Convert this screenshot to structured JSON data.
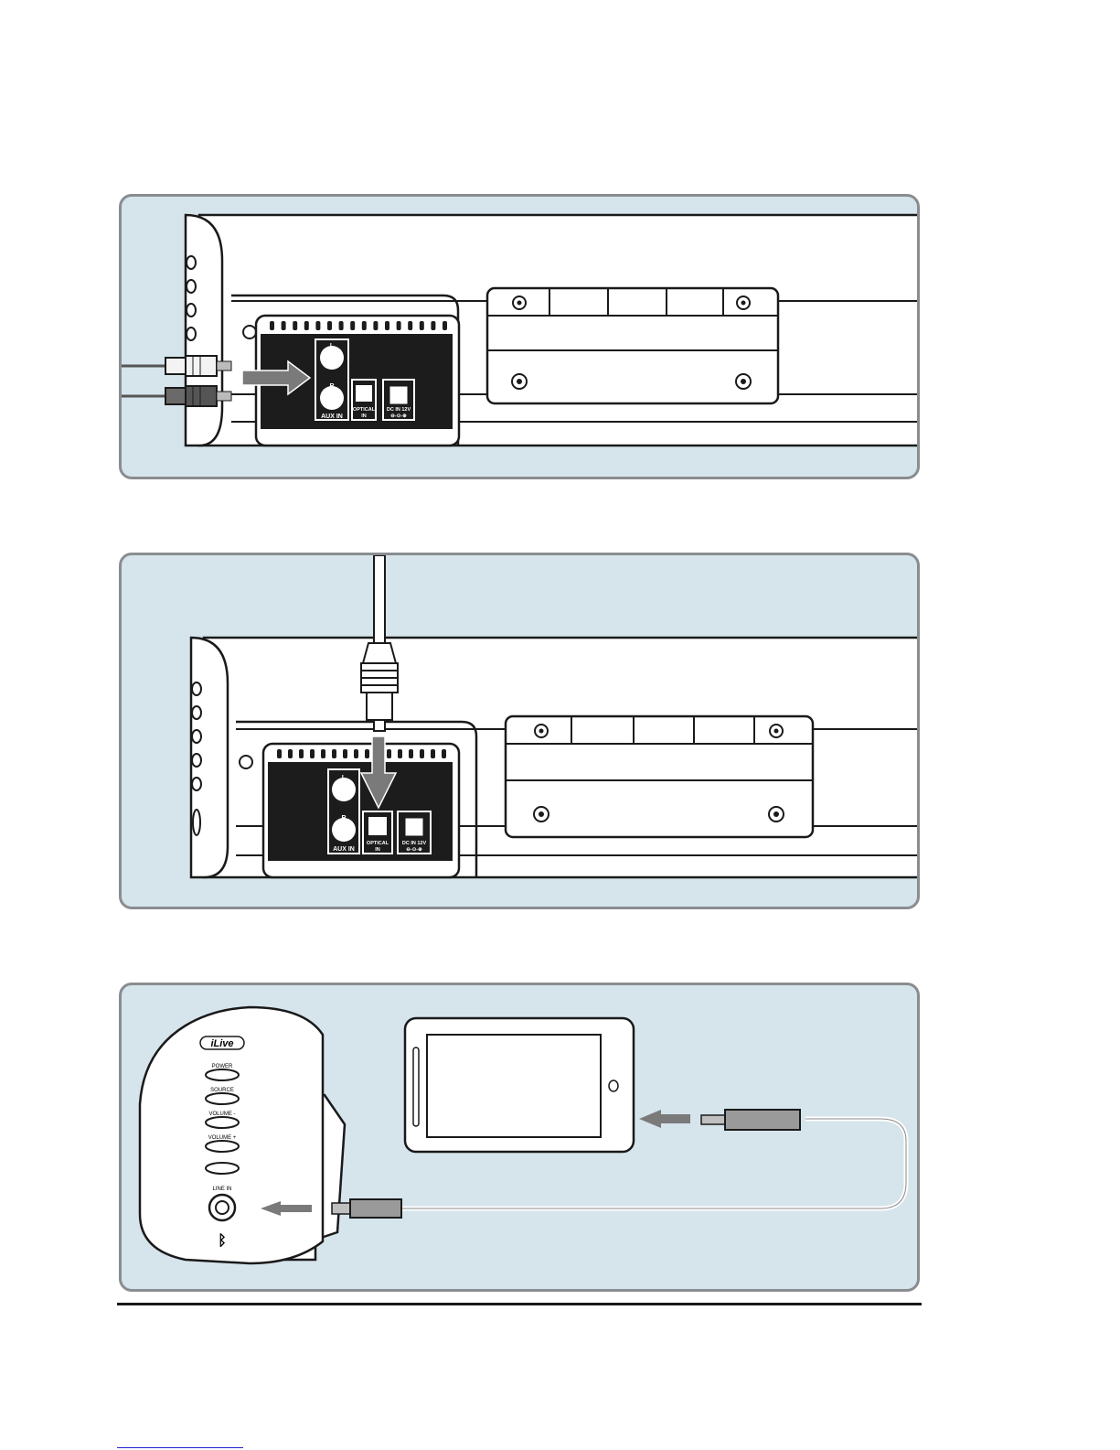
{
  "aux_panel": {
    "jack_l": "L",
    "jack_r": "R",
    "aux_label": "AUX IN",
    "optical_label_1": "OPTICAL",
    "optical_label_2": "IN",
    "dc_label_1": "DC IN 12V",
    "dc_label_2": "⊖-⊙-⊕"
  },
  "optical_panel": {
    "jack_l": "L",
    "jack_r": "R",
    "aux_label": "AUX IN",
    "optical_label_1": "OPTICAL",
    "optical_label_2": "IN",
    "dc_label_1": "DC IN 12V",
    "dc_label_2": "⊖-⊙-⊕"
  },
  "linein_panel": {
    "logo": "iLive",
    "buttons": [
      "POWER",
      "SOURCE",
      "VOLUME -",
      "VOLUME +"
    ],
    "line_in_label": "LINE IN"
  },
  "colors": {
    "panel_bg": "#d6e4ec",
    "panel_border": "#8a8d90",
    "device_dark": "#1c1c1c",
    "arrow_gray": "#7a7a7a"
  }
}
